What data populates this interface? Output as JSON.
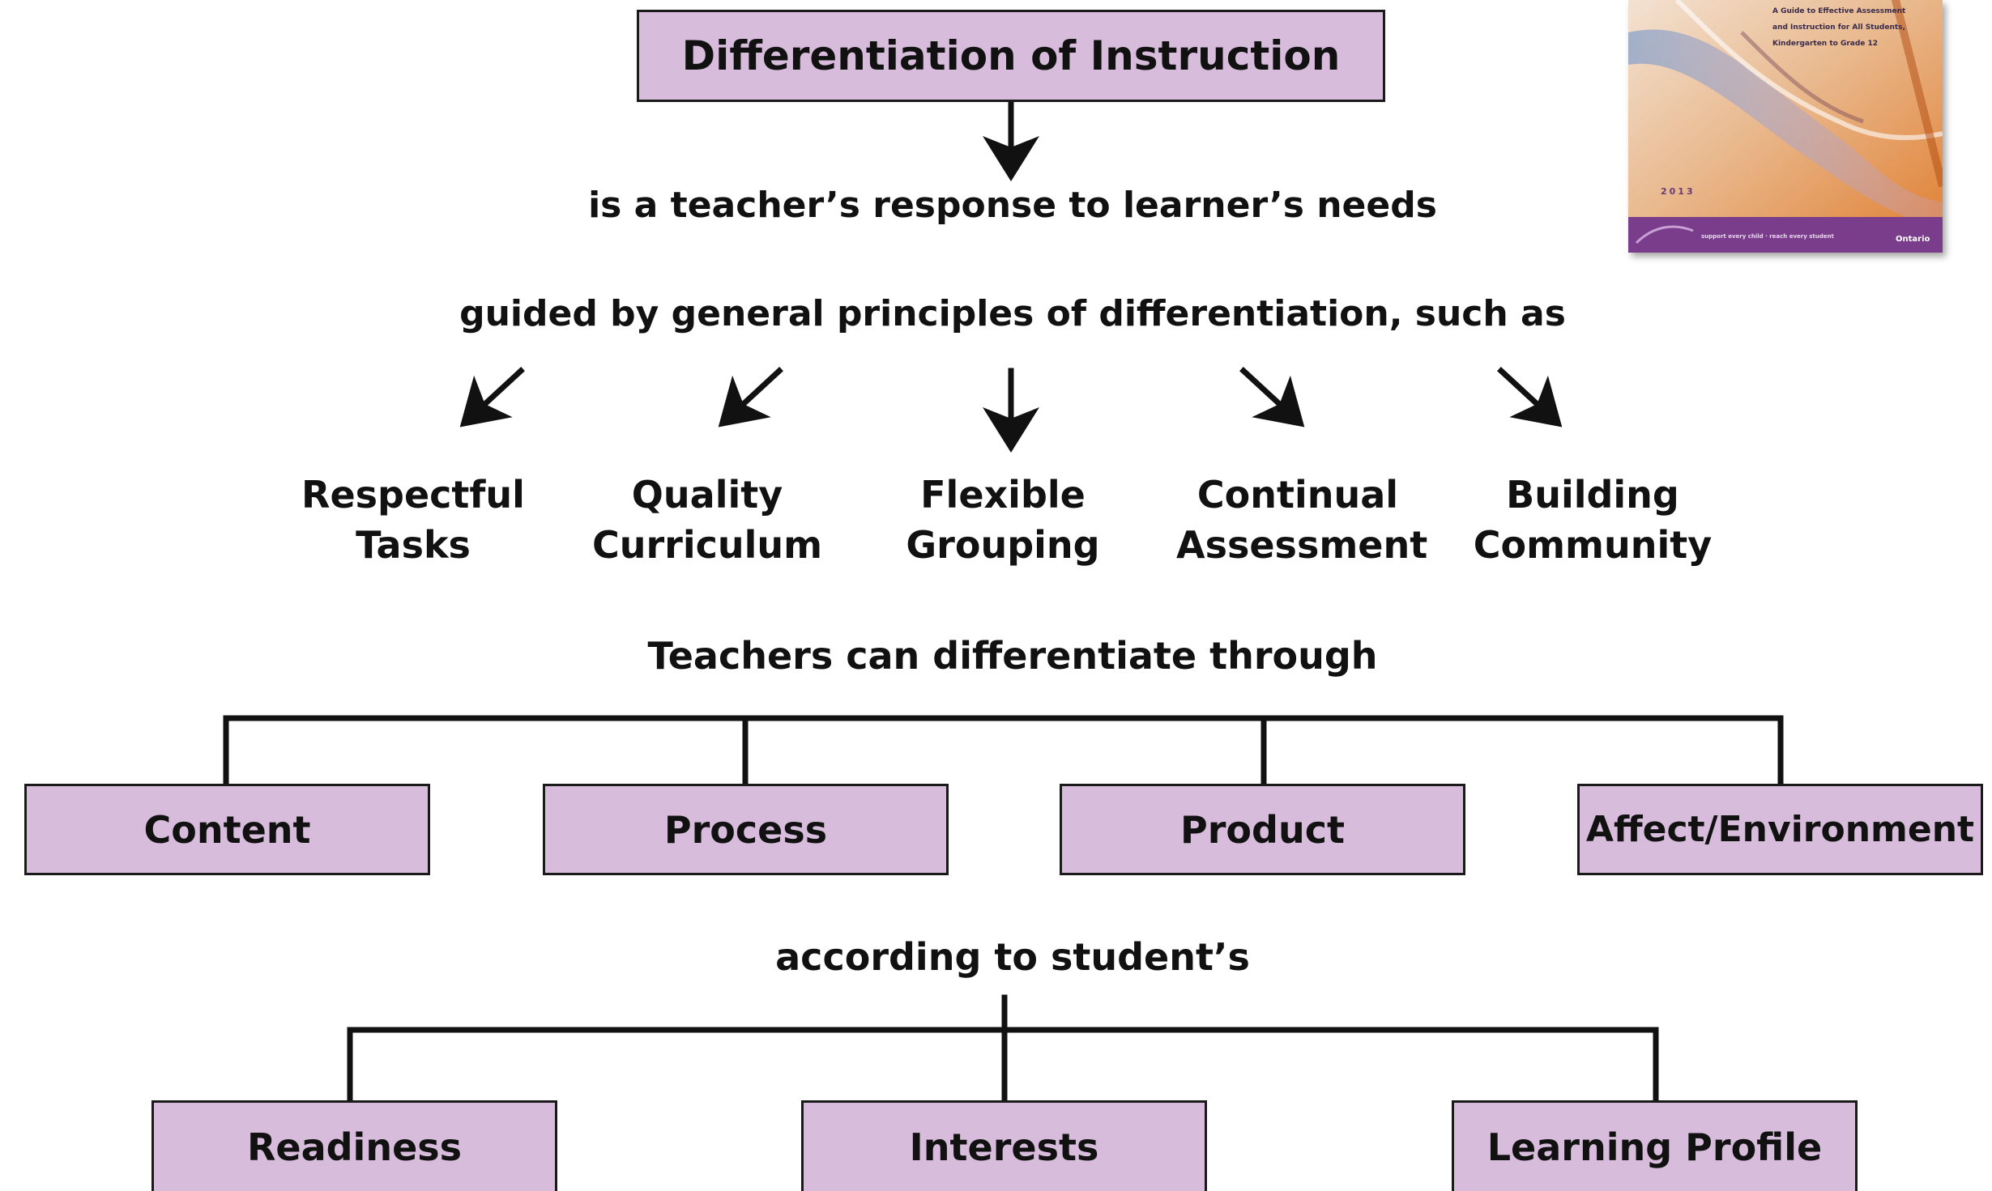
{
  "title": "Differentiation of Instruction",
  "response": "is a teacher’s response to learner’s needs",
  "principles_intro": "guided by general principles of differentiation, such as",
  "principles": [
    {
      "line1": "Respectful",
      "line2": "Tasks"
    },
    {
      "line1": "Quality",
      "line2": "Curriculum"
    },
    {
      "line1": "Flexible",
      "line2": "Grouping"
    },
    {
      "line1": "Continual",
      "line2": "Assessment"
    },
    {
      "line1": "Building",
      "line2": "Community"
    }
  ],
  "through": "Teachers can differentiate through",
  "dimensions": [
    "Content",
    "Process",
    "Product",
    "Affect/Environment"
  ],
  "according": "according to student’s",
  "factors": [
    "Readiness",
    "Interests",
    "Learning Profile"
  ],
  "book_cover": {
    "text_lines": [
      "A Guide to Effective Assessment",
      "and Instruction for All Students,",
      "Kindergarten to Grade 12"
    ],
    "year": "2013",
    "footer_left": "support every child · reach every student",
    "footer_right": "Ontario"
  },
  "colors": {
    "box_fill": "#d8bcdc",
    "line": "#111111",
    "cover_band": "#7a3d8c"
  }
}
